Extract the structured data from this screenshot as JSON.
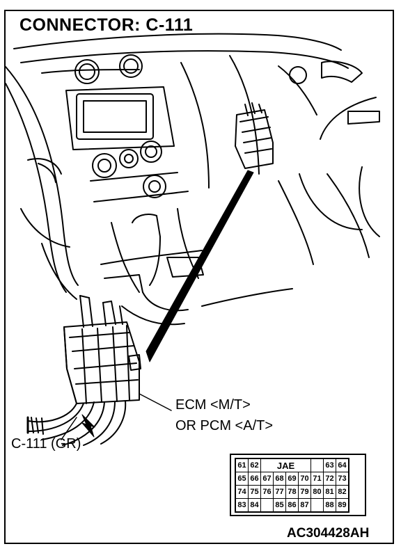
{
  "title": "CONNECTOR: C-111",
  "labels": {
    "ecm": "ECM <M/T>",
    "pcm": "OR PCM <A/T>",
    "connector": "C-111 (GR)"
  },
  "connector_face": {
    "maker": "JAE",
    "rows": [
      [
        "61",
        "62",
        "",
        "",
        "",
        "",
        "",
        "63",
        "64"
      ],
      [
        "65",
        "66",
        "67",
        "68",
        "69",
        "70",
        "71",
        "72",
        "73"
      ],
      [
        "74",
        "75",
        "76",
        "77",
        "78",
        "79",
        "80",
        "81",
        "82"
      ],
      [
        "83",
        "84",
        "",
        "85",
        "86",
        "87",
        "",
        "88",
        "89"
      ]
    ]
  },
  "figure_id": "AC304428AH"
}
